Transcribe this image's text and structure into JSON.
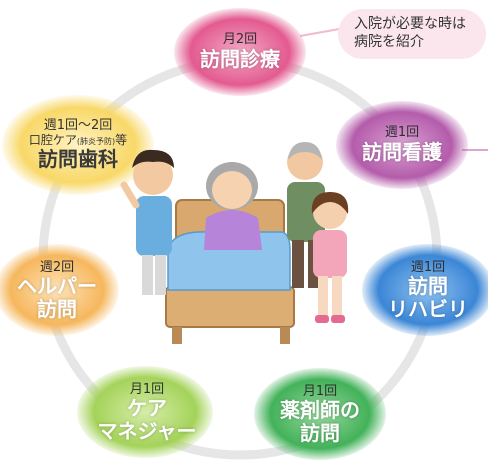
{
  "note": {
    "line1": "入院が必要な時は",
    "line2": "病院を紹介"
  },
  "nodes": {
    "houmon_shinryo": {
      "freq": "月2回",
      "name": "訪問診療",
      "color": "#e0407a"
    },
    "houmon_kango": {
      "freq": "週1回",
      "name": "訪問看護",
      "color": "#b150a8"
    },
    "houmon_rihabiri": {
      "freq": "週1回",
      "name_line1": "訪問",
      "name_line2": "リハビリ",
      "color": "#2f7fd0"
    },
    "yakuzaishi": {
      "freq": "月1回",
      "name_line1": "薬剤師の",
      "name_line2": "訪問",
      "color": "#3fb04f"
    },
    "care_manager": {
      "freq": "月1回",
      "name_line1": "ケア",
      "name_line2": "マネジャー",
      "color": "#8cc63f"
    },
    "helper": {
      "freq": "週2回",
      "name_line1": "ヘルパー",
      "name_line2": "訪問",
      "color": "#f2a640"
    },
    "shika": {
      "freq": "週1回〜2回",
      "sub_main": "口腔ケア",
      "sub_small": "(肺炎予防)",
      "sub_tail": "等",
      "name": "訪問歯科",
      "color": "#f6c94a"
    }
  }
}
